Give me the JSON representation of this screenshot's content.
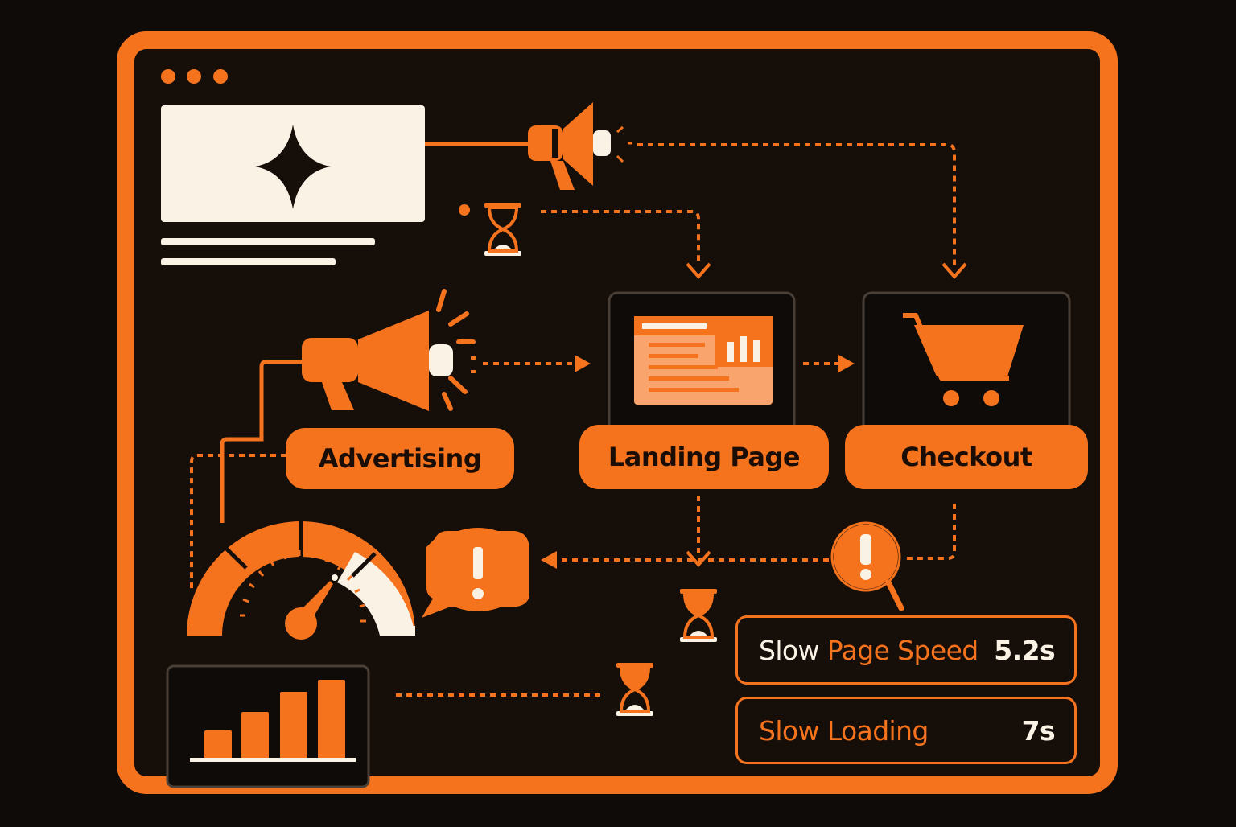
{
  "colors": {
    "background": "#0e0b08",
    "accent": "#f6731e",
    "accent_light": "#f9a46c",
    "cream": "#fbf2e6",
    "dark_text": "#1a0d05"
  },
  "stages": {
    "advertising": {
      "label": "Advertising",
      "icon": "megaphone-icon"
    },
    "landing_page": {
      "label": "Landing Page",
      "icon": "webpage-icon"
    },
    "checkout": {
      "label": "Checkout",
      "icon": "shopping-cart-icon"
    }
  },
  "stats": {
    "page_speed": {
      "label_part1": "Slow ",
      "label_part2": "Page Speed",
      "value": "5.2s"
    },
    "loading": {
      "label": "Slow Loading",
      "value": "7s"
    }
  },
  "icons": [
    "window-dots-icon",
    "sparkle-icon",
    "megaphone-icon",
    "hourglass-icon",
    "webpage-icon",
    "shopping-cart-icon",
    "speedometer-icon",
    "alert-bubble-icon",
    "alert-magnifier-icon",
    "bar-chart-icon"
  ]
}
